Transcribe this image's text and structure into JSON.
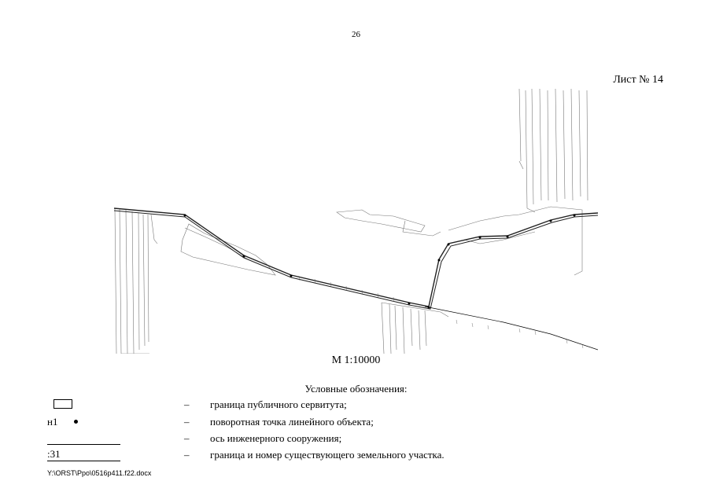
{
  "page_number": "26",
  "sheet_label": "Лист № 14",
  "scale_label": "М 1:10000",
  "legend": {
    "title": "Условные обозначения:",
    "items": [
      {
        "symbol": "rectangle",
        "symbol_text": "",
        "dash": "–",
        "text": "граница публичного сервитута;"
      },
      {
        "symbol": "point",
        "symbol_text": "н1",
        "dash": "–",
        "text": "поворотная точка линейного объекта;"
      },
      {
        "symbol": "line",
        "symbol_text": "",
        "dash": "–",
        "text": "ось инженерного сооружения;"
      },
      {
        "symbol": "parcel-line",
        "symbol_text": ":31",
        "dash": "–",
        "text": "граница и номер существующего земельного участка."
      }
    ]
  },
  "file_path": "Y:\\ORST\\Ppo\\0516p411.f22.docx"
}
